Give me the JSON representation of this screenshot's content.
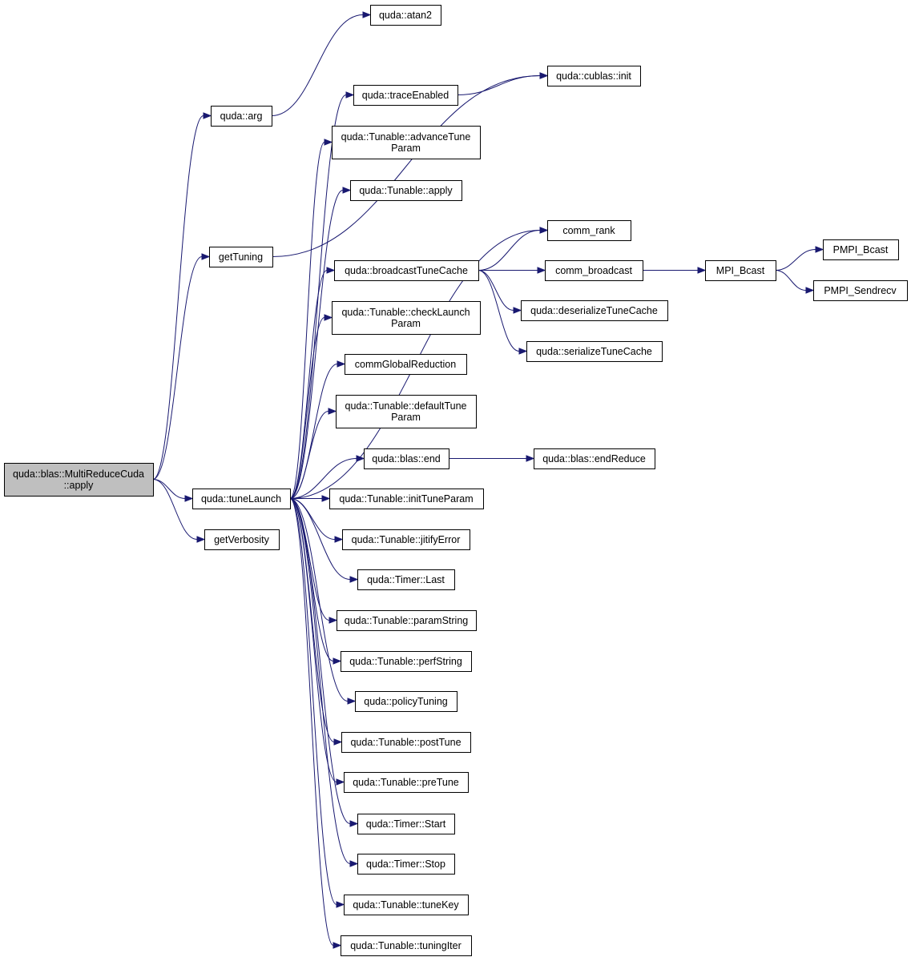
{
  "colors": {
    "edge": "#191970",
    "node_fill": "#ffffff",
    "root_fill": "#bfbfbf",
    "node_border": "#000000"
  },
  "nodes": {
    "root": [
      "quda::blas::MultiReduceCuda",
      "::apply"
    ],
    "arg": [
      "quda::arg"
    ],
    "getTuning": [
      "getTuning"
    ],
    "tuneLaunch": [
      "quda::tuneLaunch"
    ],
    "getVerbosity": [
      "getVerbosity"
    ],
    "atan2": [
      "quda::atan2"
    ],
    "cublas_init": [
      "quda::cublas::init"
    ],
    "traceEnabled": [
      "quda::traceEnabled"
    ],
    "advanceTuneParam": [
      "quda::Tunable::advanceTune",
      "Param"
    ],
    "tunable_apply": [
      "quda::Tunable::apply"
    ],
    "comm_rank": [
      "comm_rank"
    ],
    "broadcastTuneCache": [
      "quda::broadcastTuneCache"
    ],
    "checkLaunchParam": [
      "quda::Tunable::checkLaunch",
      "Param"
    ],
    "commGlobalReduction": [
      "commGlobalReduction"
    ],
    "defaultTuneParam": [
      "quda::Tunable::defaultTune",
      "Param"
    ],
    "blas_end": [
      "quda::blas::end"
    ],
    "initTuneParam": [
      "quda::Tunable::initTuneParam"
    ],
    "jitifyError": [
      "quda::Tunable::jitifyError"
    ],
    "timer_last": [
      "quda::Timer::Last"
    ],
    "paramString": [
      "quda::Tunable::paramString"
    ],
    "perfString": [
      "quda::Tunable::perfString"
    ],
    "policyTuning": [
      "quda::policyTuning"
    ],
    "postTune": [
      "quda::Tunable::postTune"
    ],
    "preTune": [
      "quda::Tunable::preTune"
    ],
    "timer_start": [
      "quda::Timer::Start"
    ],
    "timer_stop": [
      "quda::Timer::Stop"
    ],
    "tuneKey": [
      "quda::Tunable::tuneKey"
    ],
    "tuningIter": [
      "quda::Tunable::tuningIter"
    ],
    "comm_broadcast": [
      "comm_broadcast"
    ],
    "deserializeTuneCache": [
      "quda::deserializeTuneCache"
    ],
    "serializeTuneCache": [
      "quda::serializeTuneCache"
    ],
    "endReduce": [
      "quda::blas::endReduce"
    ],
    "MPI_Bcast": [
      "MPI_Bcast"
    ],
    "PMPI_Bcast": [
      "PMPI_Bcast"
    ],
    "PMPI_Sendrecv": [
      "PMPI_Sendrecv"
    ]
  },
  "edges": [
    [
      "root",
      "arg"
    ],
    [
      "root",
      "getTuning"
    ],
    [
      "root",
      "tuneLaunch"
    ],
    [
      "root",
      "getVerbosity"
    ],
    [
      "arg",
      "atan2"
    ],
    [
      "getTuning",
      "cublas_init"
    ],
    [
      "traceEnabled",
      "cublas_init"
    ],
    [
      "tuneLaunch",
      "traceEnabled"
    ],
    [
      "tuneLaunch",
      "advanceTuneParam"
    ],
    [
      "tuneLaunch",
      "tunable_apply"
    ],
    [
      "tuneLaunch",
      "comm_rank"
    ],
    [
      "tuneLaunch",
      "broadcastTuneCache"
    ],
    [
      "tuneLaunch",
      "checkLaunchParam"
    ],
    [
      "tuneLaunch",
      "commGlobalReduction"
    ],
    [
      "tuneLaunch",
      "defaultTuneParam"
    ],
    [
      "tuneLaunch",
      "blas_end"
    ],
    [
      "tuneLaunch",
      "initTuneParam"
    ],
    [
      "tuneLaunch",
      "jitifyError"
    ],
    [
      "tuneLaunch",
      "timer_last"
    ],
    [
      "tuneLaunch",
      "paramString"
    ],
    [
      "tuneLaunch",
      "perfString"
    ],
    [
      "tuneLaunch",
      "policyTuning"
    ],
    [
      "tuneLaunch",
      "postTune"
    ],
    [
      "tuneLaunch",
      "preTune"
    ],
    [
      "tuneLaunch",
      "timer_start"
    ],
    [
      "tuneLaunch",
      "timer_stop"
    ],
    [
      "tuneLaunch",
      "tuneKey"
    ],
    [
      "tuneLaunch",
      "tuningIter"
    ],
    [
      "broadcastTuneCache",
      "comm_rank"
    ],
    [
      "broadcastTuneCache",
      "comm_broadcast"
    ],
    [
      "broadcastTuneCache",
      "deserializeTuneCache"
    ],
    [
      "broadcastTuneCache",
      "serializeTuneCache"
    ],
    [
      "blas_end",
      "endReduce"
    ],
    [
      "comm_broadcast",
      "MPI_Bcast"
    ],
    [
      "MPI_Bcast",
      "PMPI_Bcast"
    ],
    [
      "MPI_Bcast",
      "PMPI_Sendrecv"
    ]
  ]
}
